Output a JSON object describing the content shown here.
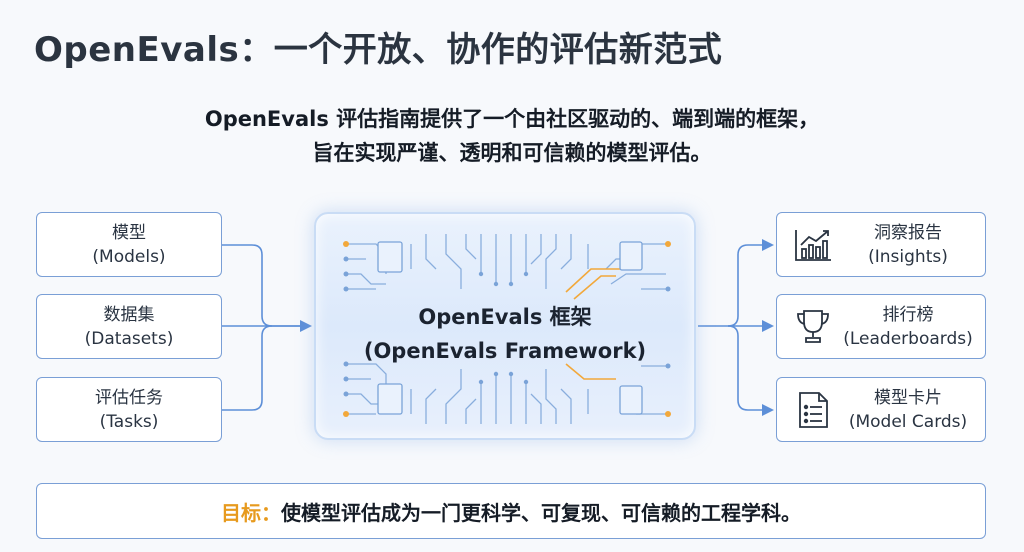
{
  "title": "OpenEvals：一个开放、协作的评估新范式",
  "subtitle": {
    "line1": "OpenEvals 评估指南提供了一个由社区驱动的、端到端的框架，",
    "line2": "旨在实现严谨、透明和可信赖的模型评估。"
  },
  "inputs": [
    {
      "zh": "模型",
      "en": "(Models)"
    },
    {
      "zh": "数据集",
      "en": "(Datasets)"
    },
    {
      "zh": "评估任务",
      "en": "(Tasks)"
    }
  ],
  "framework": {
    "zh": "OpenEvals 框架",
    "en": "(OpenEvals Framework)"
  },
  "outputs": [
    {
      "zh": "洞察报告",
      "en": "(Insights)",
      "icon": "chart-icon"
    },
    {
      "zh": "排行榜",
      "en": "(Leaderboards)",
      "icon": "trophy-icon"
    },
    {
      "zh": "模型卡片",
      "en": "(Model Cards)",
      "icon": "document-icon"
    }
  ],
  "goal": {
    "label": "目标：",
    "text": "使模型评估成为一门更科学、可复现、可信赖的工程学科。"
  },
  "colors": {
    "accent": "#e79a1e",
    "border": "#7a9fd6",
    "connector": "#5d8fd8",
    "circuit": "#7aa3d8"
  }
}
